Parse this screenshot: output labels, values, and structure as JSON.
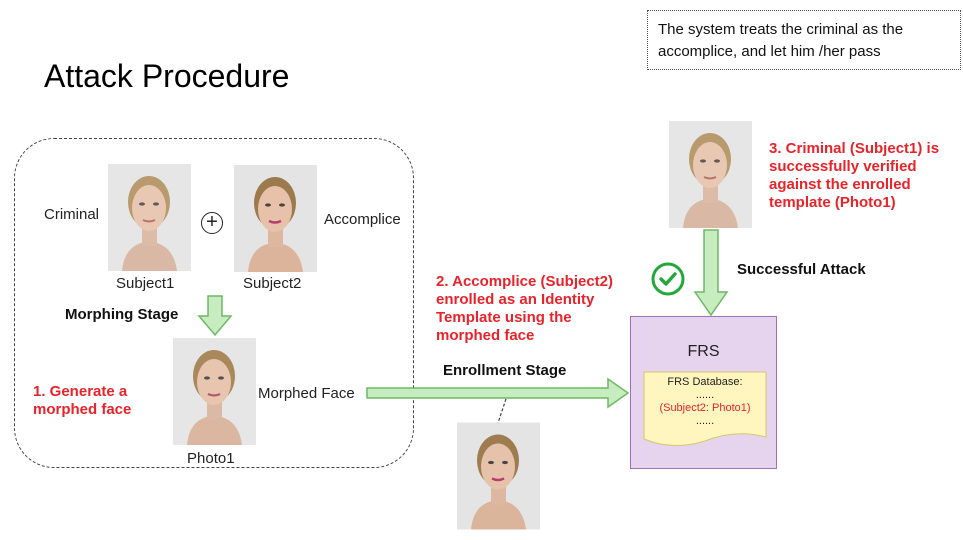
{
  "title": "Attack Procedure",
  "note": "The system treats the criminal as the accomplice, and let him /her pass",
  "labels": {
    "criminal": "Criminal",
    "accomplice": "Accomplice",
    "subject1": "Subject1",
    "subject2": "Subject2",
    "morphing_stage": "Morphing Stage",
    "morphed_face": "Morphed Face",
    "photo1": "Photo1",
    "enrollment_stage": "Enrollment Stage",
    "successful_attack": "Successful Attack"
  },
  "steps": {
    "step1": "1. Generate a morphed face",
    "step2": "2. Accomplice (Subject2) enrolled as an Identity Template using the morphed face",
    "step3": "3. Criminal (Subject1) is successfully verified against the enrolled template (Photo1)"
  },
  "frs": {
    "title": "FRS",
    "db_title": "FRS Database:",
    "dots_top": "......",
    "entry": "(Subject2: Photo1)",
    "dots_bottom": "......"
  },
  "colors": {
    "step_text": "#e8232a",
    "arrow_fill": "#c7ecc0",
    "arrow_stroke": "#6fb865",
    "frs_fill": "#e6d3ee",
    "db_fill": "#fff6bf",
    "check": "#22a83a"
  }
}
